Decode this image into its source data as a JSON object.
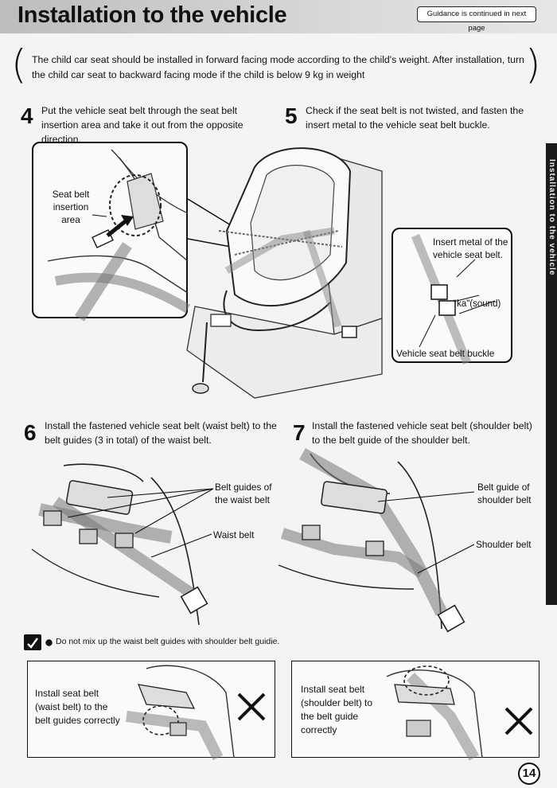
{
  "header": {
    "title": "Installation to the vehicle",
    "continued_badge": "Guidance is continued in next page"
  },
  "side_tab": {
    "text": "Installation to the vehicle"
  },
  "intro": {
    "text": "The child car seat should be installed in forward facing mode according to the child's weight. After installation, turn the child car seat to backward facing mode if the child is below 9 kg in weight"
  },
  "steps": [
    {
      "number": "4",
      "text": "Put the vehicle seat belt through the seat belt insertion area and take it out from the opposite direction."
    },
    {
      "number": "5",
      "text": "Check if the seat belt is not twisted, and fasten the insert metal to the vehicle seat belt buckle."
    },
    {
      "number": "6",
      "text": "Install the fastened vehicle seat belt (waist belt) to the belt guides (3 in total) of the waist belt."
    },
    {
      "number": "7",
      "text": "Install the fastened vehicle seat belt (shoulder belt) to the belt guide of the shoulder belt."
    }
  ],
  "labels": {
    "seat_belt_insertion_area": [
      "Seat belt",
      "insertion",
      "area"
    ],
    "insert_metal": [
      "Insert metal of the",
      "vehicle seat belt."
    ],
    "ka_sound": "\"ka\"(sound)",
    "buckle": "Vehicle seat belt buckle",
    "belt_guides_waist": [
      "Belt guides of",
      "the waist belt"
    ],
    "waist_belt": "Waist belt",
    "belt_guide_shoulder": [
      "Belt guide of",
      "shoulder belt"
    ],
    "shoulder_belt": "Shoulder belt"
  },
  "caution": {
    "text": "Do not mix up the waist belt guides with shoulder belt guidie."
  },
  "wrong_examples": [
    {
      "lines": [
        "Install seat belt",
        "(waist belt)  to the",
        "belt guides correctly"
      ]
    },
    {
      "lines": [
        "Install seat belt",
        "(shoulder belt)  to",
        "the belt guide",
        "correctly"
      ]
    }
  ],
  "page_number": "14"
}
